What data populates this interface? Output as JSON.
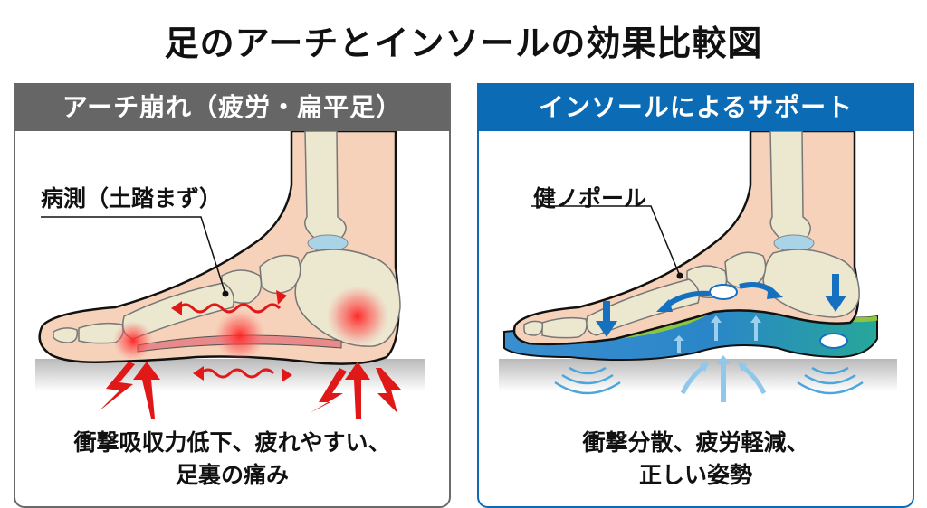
{
  "title": "足のアーチとインソールの効果比較図",
  "colors": {
    "left_header": "#666666",
    "right_header": "#0b6bb5",
    "pain_red": "#e01818",
    "support_blue": "#1570c0",
    "insole_green": "#8cc63f",
    "skin": "#f6d2bb",
    "bone": "#ece7cf"
  },
  "panels": [
    {
      "id": "left",
      "header": "アーチ崩れ（疲労・扁平足）",
      "callout": "病測（土踏まず）",
      "caption_line1": "衝撃吸収力低下、疲れやすい、",
      "caption_line2": "足裏の痛み",
      "icons": [
        "pain-glow-icon",
        "wavy-double-arrow-icon",
        "lightning-icon",
        "up-arrow-icon"
      ]
    },
    {
      "id": "right",
      "header": "インソールによるサポート",
      "callout": "健ノポール",
      "caption_line1": "衝撃分散、疲労軽減、",
      "caption_line2": "正しい姿勢",
      "icons": [
        "insole-icon",
        "support-disc-icon",
        "down-arrow-icon",
        "curved-arrow-icon",
        "shock-wave-icon"
      ]
    }
  ]
}
